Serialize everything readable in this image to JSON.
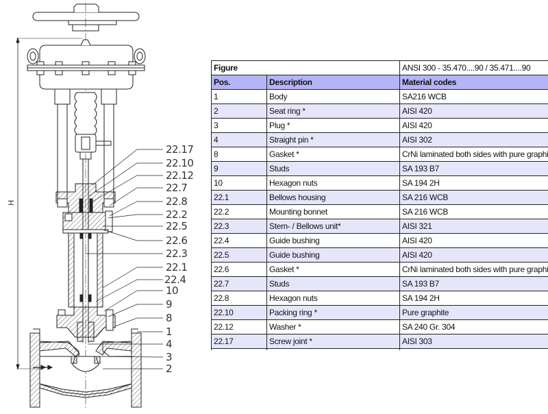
{
  "drawing": {
    "dimension_label": "H",
    "callouts": [
      "22.17",
      "22.10",
      "22.12",
      "22.7",
      "22.8",
      "22.2",
      "22.5",
      "22.6",
      "22.3",
      "22.1",
      "22.4",
      "10",
      "9",
      "8",
      "1",
      "4",
      "3",
      "2"
    ]
  },
  "table": {
    "figure_label": "Figure",
    "figure_value": "ANSI 300 - 35.470....90 / 35.471....90",
    "headers": [
      "Pos.",
      "Description",
      "Material codes"
    ],
    "rows": [
      [
        "1",
        "Body",
        "SA216 WCB"
      ],
      [
        "2",
        "Seat ring *",
        "AISI 420"
      ],
      [
        "3",
        "Plug *",
        "AISI 420"
      ],
      [
        "4",
        "Straight pin *",
        "AISI 302"
      ],
      [
        "8",
        "Gasket *",
        "CrNi laminated both sides with pure graphite"
      ],
      [
        "9",
        "Studs",
        "SA 193 B7"
      ],
      [
        "10",
        "Hexagon nuts",
        "SA 194 2H"
      ],
      [
        "22.1",
        "Bellows housing",
        "SA 216 WCB"
      ],
      [
        "22.2",
        "Mounting bonnet",
        "SA 216 WCB"
      ],
      [
        "22.3",
        "Stem- / Bellows unit*",
        "AISI 321"
      ],
      [
        "22.4",
        "Guide bushing",
        "AISI 420"
      ],
      [
        "22.5",
        "Guide bushing",
        "AISI 420"
      ],
      [
        "22.6",
        "Gasket *",
        "CrNi laminated both sides with pure graphite"
      ],
      [
        "22.7",
        "Studs",
        "SA 193 B7"
      ],
      [
        "22.8",
        "Hexagon nuts",
        "SA 194 2H"
      ],
      [
        "22.10",
        "Packing ring *",
        "Pure graphite"
      ],
      [
        "22.12",
        "Washer *",
        "SA 240 Gr. 304"
      ],
      [
        "22.17",
        "Screw joint *",
        "AISI 303"
      ]
    ]
  },
  "colors": {
    "header_bg": "#b4b4f7",
    "alt_row_bg": "#e6e6fb"
  }
}
